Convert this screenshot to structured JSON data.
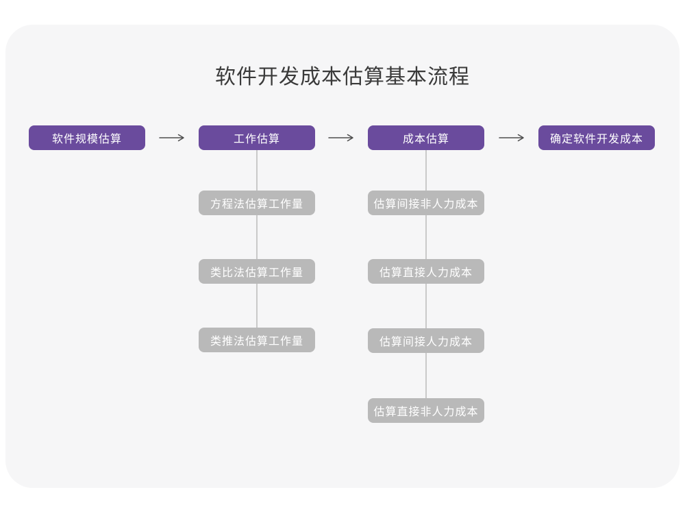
{
  "title": "软件开发成本估算基本流程",
  "colors": {
    "accent": "#6a4b9d",
    "node_gray": "#b9b9b9",
    "card_bg": "#f6f6f7",
    "connector": "#c9c9c9",
    "arrow": "#4d4d4d",
    "title_color": "#3a3a3a"
  },
  "icons": {
    "flow_arrow": "long-right-arrow"
  },
  "flow": {
    "steps": [
      {
        "label": "软件规模估算"
      },
      {
        "label": "工作估算"
      },
      {
        "label": "成本估算"
      },
      {
        "label": "确定软件开发成本"
      }
    ]
  },
  "branches": [
    {
      "parent": "工作估算",
      "items": [
        "方程法估算工作量",
        "类比法估算工作量",
        "类推法估算工作量"
      ]
    },
    {
      "parent": "成本估算",
      "items": [
        "估算间接非人力成本",
        "估算直接人力成本",
        "估算间接人力成本",
        "估算直接非人力成本"
      ]
    }
  ]
}
